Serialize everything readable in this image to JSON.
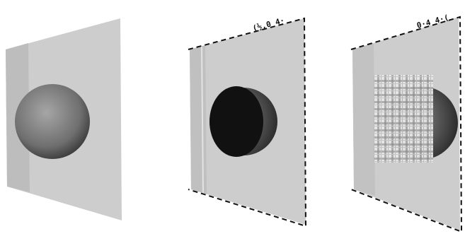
{
  "panels": [
    {
      "id": "plain",
      "label": ""
    },
    {
      "id": "dark-sphere",
      "label": "(½,0 4·"
    },
    {
      "id": "checker-sphere",
      "label": "0·4 4·("
    }
  ],
  "colors": {
    "plane": "#cfcfcf",
    "plane_edge_strip": "#bdbdbd",
    "sphere_light": "#9a9a9a",
    "sphere_dark": "#4a4a4a",
    "sphere_black": "#111111",
    "checker_a": "#e9e9e9",
    "checker_b": "#8a8a8a",
    "dashes": "#111111"
  }
}
